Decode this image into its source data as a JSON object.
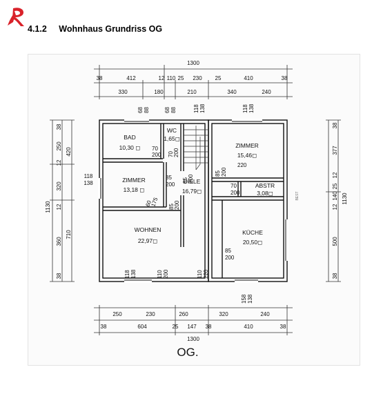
{
  "section": {
    "number": "4.1.2",
    "title": "Wohnhaus Grundriss OG"
  },
  "logo_icon": "red-r-logo",
  "plan": {
    "label": "OG.",
    "total_width_top": "1300",
    "total_width_bottom": "1300",
    "top_dims_row1": [
      "38",
      "412",
      "12",
      "110",
      "25",
      "230",
      "25",
      "410",
      "38"
    ],
    "top_dims_row2": [
      "330",
      "180",
      "210",
      "340",
      "240"
    ],
    "bottom_dims_row1": [
      "250",
      "230",
      "260",
      "320",
      "240"
    ],
    "bottom_dims_row2": [
      "38",
      "604",
      "25",
      "147",
      "38",
      "410",
      "38"
    ],
    "left_dims_a": [
      "38",
      "250",
      "12",
      "320",
      "12",
      "360",
      "38"
    ],
    "left_dims_b": [
      "420",
      "710"
    ],
    "left_total": "1130",
    "right_dims_a": [
      "38",
      "377",
      "12",
      "25",
      "140",
      "12",
      "500",
      "38"
    ],
    "right_total": "1130",
    "right_note": "BEST",
    "window_marks": {
      "bad": [
        "68",
        "88"
      ],
      "wc": [
        "68",
        "88"
      ],
      "diele": [
        "118",
        "138"
      ],
      "zimmer_r": [
        "118",
        "138"
      ],
      "left": [
        "118",
        "138"
      ],
      "wohnen_1": [
        "118",
        "138"
      ],
      "wohnen_2": [
        "110",
        "200"
      ],
      "wohnen_3": [
        "110",
        "220"
      ],
      "kueche": [
        "158",
        "138"
      ]
    },
    "door_marks": {
      "bad": [
        "70",
        "200"
      ],
      "wc": [
        "70",
        "200"
      ],
      "diele": [
        "85",
        "200"
      ],
      "zimmer_l": [
        "85",
        "200"
      ],
      "zimmer_r": [
        "85",
        "200"
      ],
      "zimmer_r_w": "220",
      "abstr": [
        "70",
        "200"
      ],
      "kueche": [
        "85",
        "200"
      ],
      "wohnen_a": [
        "85",
        "200"
      ],
      "wohnen_b": [
        "60",
        "175"
      ]
    },
    "rooms": [
      {
        "name": "BAD",
        "area": "10,30 ◻"
      },
      {
        "name": "WC",
        "area": "1,65◻"
      },
      {
        "name": "ZIMMER",
        "area": "15,46◻"
      },
      {
        "name": "ZIMMER",
        "area": "13,18 ◻"
      },
      {
        "name": "DIELE",
        "area": "16,79◻"
      },
      {
        "name": "ABSTR",
        "area": "3,08◻"
      },
      {
        "name": "WOHNEN",
        "area": "22,97◻"
      },
      {
        "name": "KÜCHE",
        "area": "20,50◻"
      }
    ]
  }
}
